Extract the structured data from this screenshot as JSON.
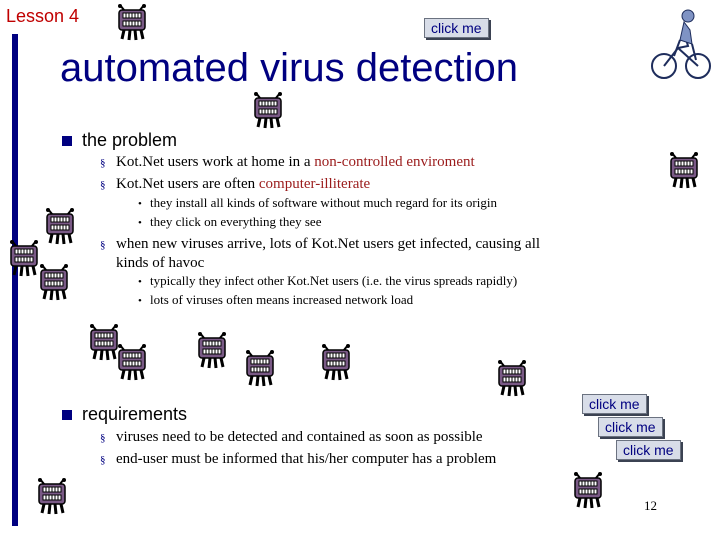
{
  "header": {
    "lesson": "Lesson 4"
  },
  "title": "automated virus detection",
  "buttons": {
    "top": "click me",
    "stack1": "click me",
    "stack2": "click me",
    "stack3": "click me"
  },
  "problem": {
    "heading": "the problem",
    "items": [
      {
        "prefix": "Kot.Net users work at home in a ",
        "highlight": "non-controlled enviroment"
      },
      {
        "prefix": "Kot.Net users are often ",
        "highlight": "computer-illiterate"
      }
    ],
    "sub1": [
      "they install all kinds of software without much regard for its origin",
      "they click on everything they see"
    ],
    "item3_line1": "when new viruses arrive, lots of Kot.Net users get infected, causing all",
    "item3_line2": "kinds of havoc",
    "sub2": [
      "typically they infect other Kot.Net users (i.e. the virus spreads rapidly)",
      "lots of viruses often means increased network load"
    ]
  },
  "requirements": {
    "heading": "requirements",
    "items": [
      "viruses need to be detected and contained as soon as possible",
      "end-user must be informed that his/her computer has a problem"
    ]
  },
  "page_number": "12",
  "colors": {
    "title": "#000080",
    "lesson": "#c00000",
    "highlight": "#9b1c1c",
    "bar": "#000080"
  },
  "icons": {
    "virus": "virus-bug-icon",
    "cyclist": "cyclist-icon"
  }
}
